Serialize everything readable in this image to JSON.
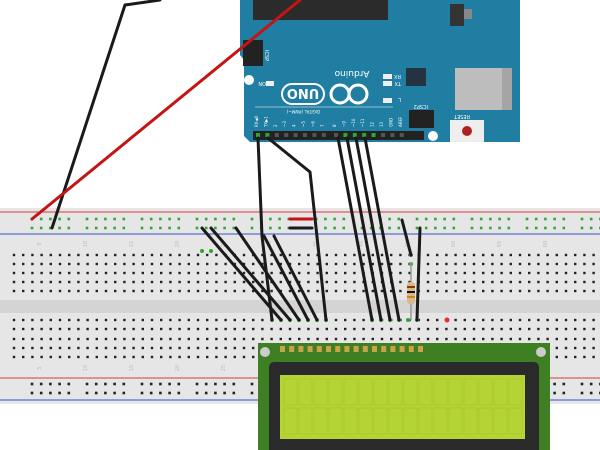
{
  "arduino": {
    "brand": "Arduino",
    "model": "UNO",
    "icsp_label": "ICSP",
    "icsp2_label": "ICSP2",
    "reset_label": "RESET",
    "rx_label": "RX",
    "tx_label": "TX",
    "l_label": "L",
    "on_label": "ON",
    "digital_label": "DIGITAL (PWM~)",
    "pins": [
      "RX◀0",
      "TX▶1",
      "2",
      "~3",
      "4",
      "~5",
      "~6",
      "7",
      "8",
      "~9",
      "~10",
      "~11",
      "12",
      "13",
      "GND",
      "AREF"
    ],
    "board_color": "#1f7ea1"
  },
  "breadboard": {
    "column_numbers": [
      "5",
      "10",
      "15",
      "20",
      "25",
      "30",
      "35",
      "40",
      "45",
      "50",
      "55",
      "60"
    ],
    "rail_red": "#d8393a",
    "rail_blue": "#3a4fd0"
  },
  "lcd": {
    "pcb_color": "#3f7f24",
    "screen_color": "#b4d334"
  },
  "colors": {
    "wire_black": "#1a1a1a",
    "wire_red": "#c41414",
    "connected_hole": "#2ea82e"
  }
}
